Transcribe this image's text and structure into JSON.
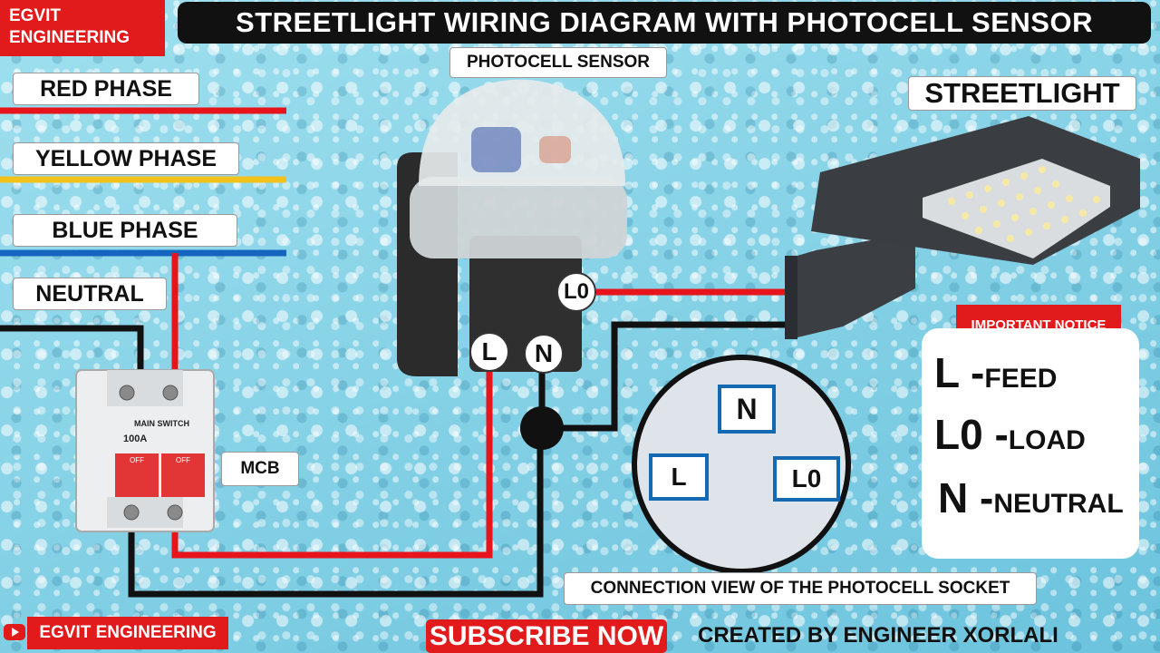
{
  "brand": {
    "top_logo": "EGVIT\nENGINEERING",
    "channel_name": "EGVIT ENGINEERING"
  },
  "title": "STREETLIGHT WIRING DIAGRAM WITH PHOTOCELL SENSOR",
  "legend": {
    "red_phase": "RED PHASE",
    "yellow_phase": "YELLOW PHASE",
    "blue_phase": "BLUE PHASE",
    "neutral": "NEUTRAL"
  },
  "labels": {
    "photocell_sensor": "PHOTOCELL SENSOR",
    "streetlight": "STREETLIGHT",
    "mcb": "MCB",
    "socket_view": "CONNECTION VIEW OF THE PHOTOCELL SOCKET"
  },
  "mcb": {
    "name": "MAIN SWITCH",
    "rating": "100A",
    "off_left": "OFF",
    "off_right": "OFF"
  },
  "terminals": {
    "l": "L",
    "n": "N",
    "l0": "L0"
  },
  "socket": {
    "n": "N",
    "l": "L",
    "l0": "L0"
  },
  "notice": {
    "heading": "IMPORTANT NOTICE",
    "l_symbol": "L -",
    "l_text": "FEED",
    "l0_symbol": "L0 -",
    "l0_text": "LOAD",
    "n_symbol": "N -",
    "n_text": "NEUTRAL"
  },
  "footer": {
    "subscribe": "SUBSCRIBE NOW",
    "credit": "CREATED BY ENGINEER XORLALI"
  },
  "colors": {
    "red_wire": "#e8141b",
    "yellow_wire": "#f2c21b",
    "blue_wire": "#1565c0",
    "neutral_wire": "#111111",
    "accent_red": "#e11b1b",
    "socket_blue": "#1469b3"
  }
}
